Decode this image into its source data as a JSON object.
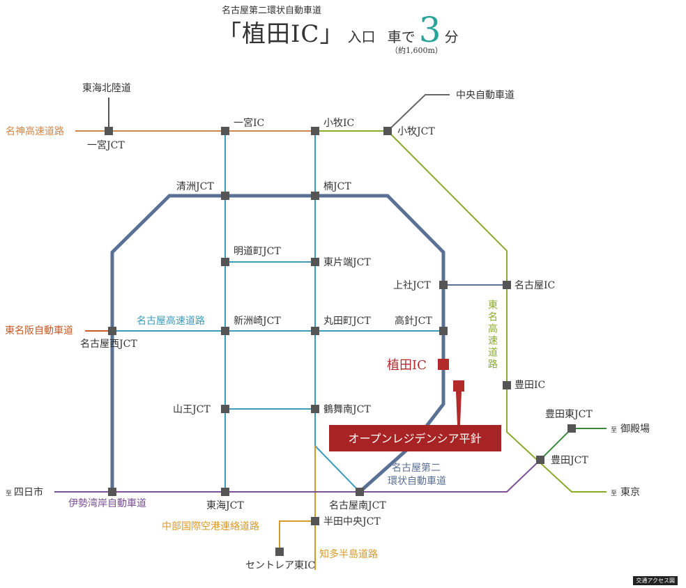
{
  "header": {
    "subtitle": "名古屋第二環状自動車道",
    "main_prefix": "「植田IC」",
    "main_entry": "入口",
    "main_mode": "車で",
    "minutes": "3",
    "minutes_unit": "分",
    "distance": "（約1,600m）"
  },
  "roads": {
    "tokai_hokuriku": "東海北陸道",
    "meishin": "名神高速道路",
    "chuo": "中央自動車道",
    "tomei_hanna": "東名阪自動車道",
    "nagoya_expressway": "名古屋高速道路",
    "tomei": "東名高速道路",
    "nagoya_daini": "名古屋第二環状自動車道",
    "isewangan": "伊勢湾岸自動車道",
    "chubu_airport": "中部国際空港連絡道路",
    "chita_peninsula": "知多半島道路"
  },
  "nodes": {
    "ichinomiya_jct": "一宮JCT",
    "ichinomiya_ic": "一宮IC",
    "komaki_ic": "小牧IC",
    "komaki_jct": "小牧JCT",
    "kiyosu_jct": "清洲JCT",
    "kusunoki_jct": "楠JCT",
    "meidocho_jct": "明道町JCT",
    "higashikatahata_jct": "東片端JCT",
    "kamiyashiro_jct": "上社JCT",
    "nagoya_ic": "名古屋IC",
    "shinsuzaki_jct": "新洲崎JCT",
    "marutamachi_jct": "丸田町JCT",
    "takabari_jct": "高針JCT",
    "nagoya_nishi_jct": "名古屋西JCT",
    "ueda_ic": "植田IC",
    "toyota_ic": "豊田IC",
    "sanno_jct": "山王JCT",
    "tsurumaiminami_jct": "鶴舞南JCT",
    "toyota_higashi_jct": "豊田東JCT",
    "toyota_jct": "豊田JCT",
    "tokai_jct": "東海JCT",
    "nagoya_minami_jct": "名古屋南JCT",
    "handa_chuo_jct": "半田中央JCT",
    "centrair_higashi_ic": "セントレア東IC"
  },
  "destinations": {
    "prefix": "至",
    "yokkaichi": "四日市",
    "gotemba": "御殿場",
    "tokyo": "東京"
  },
  "property": "オープンレジデンシア平針",
  "badge": "交通アクセス図",
  "colors": {
    "ring": "#5a7196",
    "nagoya_expressway": "#3b9cbc",
    "meishin": "#d2864a",
    "tomei_hanna": "#c85a2a",
    "tomei_chuo": "#8aaa2c",
    "isewangan": "#7a4f94",
    "chita": "#d79a2a",
    "property": "#b22a2a",
    "node": "#555555"
  }
}
